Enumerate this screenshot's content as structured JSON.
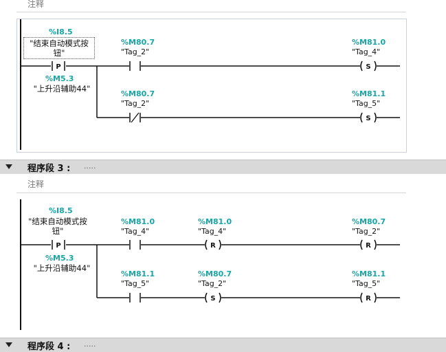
{
  "network_2": {
    "comment": "注释",
    "rung1": {
      "trigger": {
        "address": "%I8.5",
        "name": "\"结束自动模式按钮\"",
        "symbol": "P"
      },
      "edge_memory": {
        "address": "%M5.3",
        "name": "\"上升沿辅助44\""
      },
      "contact": {
        "address": "%M80.7",
        "name": "\"Tag_2\""
      },
      "coil": {
        "address": "%M81.0",
        "name": "\"Tag_4\"",
        "symbol": "S"
      }
    },
    "rung2": {
      "contact": {
        "address": "%M80.7",
        "name": "\"Tag_2\""
      },
      "coil": {
        "address": "%M81.1",
        "name": "\"Tag_5\"",
        "symbol": "S"
      }
    }
  },
  "segment_3": {
    "title": "程序段 3 :",
    "comment_dots": "....."
  },
  "network_3": {
    "comment": "注释",
    "rung1": {
      "trigger": {
        "address": "%I8.5",
        "name": "\"结束自动模式按钮\"",
        "symbol": "P"
      },
      "edge_memory": {
        "address": "%M5.3",
        "name": "\"上升沿辅助44\""
      },
      "contact": {
        "address": "%M81.0",
        "name": "\"Tag_4\""
      },
      "coil_mid": {
        "address": "%M81.0",
        "name": "\"Tag_4\"",
        "symbol": "R"
      },
      "coil_end": {
        "address": "%M80.7",
        "name": "\"Tag_2\"",
        "symbol": "R"
      }
    },
    "rung2": {
      "contact": {
        "address": "%M81.1",
        "name": "\"Tag_5\""
      },
      "coil_mid": {
        "address": "%M80.7",
        "name": "\"Tag_2\"",
        "symbol": "S"
      },
      "coil_end": {
        "address": "%M81.1",
        "name": "\"Tag_5\"",
        "symbol": "R"
      }
    }
  },
  "segment_4": {
    "title": "程序段 4 :",
    "comment_dots": "....."
  },
  "colors": {
    "address": "#18a5a5",
    "wire": "#111111",
    "header_bg": "#d9d9d9"
  }
}
